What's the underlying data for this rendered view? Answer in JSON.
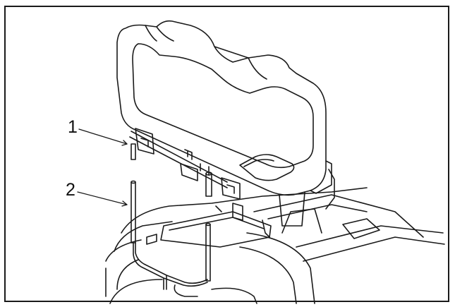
{
  "figure": {
    "callouts": [
      {
        "id": "1",
        "label": "1"
      },
      {
        "id": "2",
        "label": "2"
      }
    ]
  },
  "colors": {
    "line": "#1a1a1a",
    "background": "#ffffff"
  }
}
